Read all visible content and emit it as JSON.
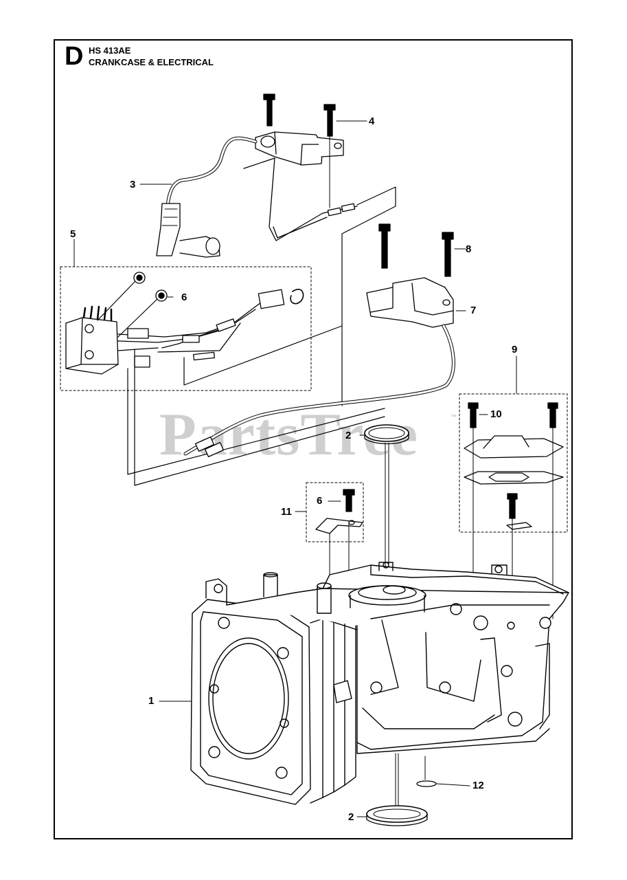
{
  "header": {
    "section_letter": "D",
    "model": "HS 413AE",
    "title": "CRANKCASE & ELECTRICAL"
  },
  "watermark": {
    "text": "PartsTree",
    "tm": "™"
  },
  "callouts": {
    "c1": "1",
    "c2_top": "2",
    "c2_bottom": "2",
    "c3": "3",
    "c4": "4",
    "c5": "5",
    "c6_regulator": "6",
    "c6_bracket": "6",
    "c7": "7",
    "c8": "8",
    "c9": "9",
    "c10": "10",
    "c11": "11",
    "c12": "12"
  },
  "colors": {
    "line": "#000000",
    "watermark": "#cfcfcf",
    "background": "#ffffff"
  }
}
